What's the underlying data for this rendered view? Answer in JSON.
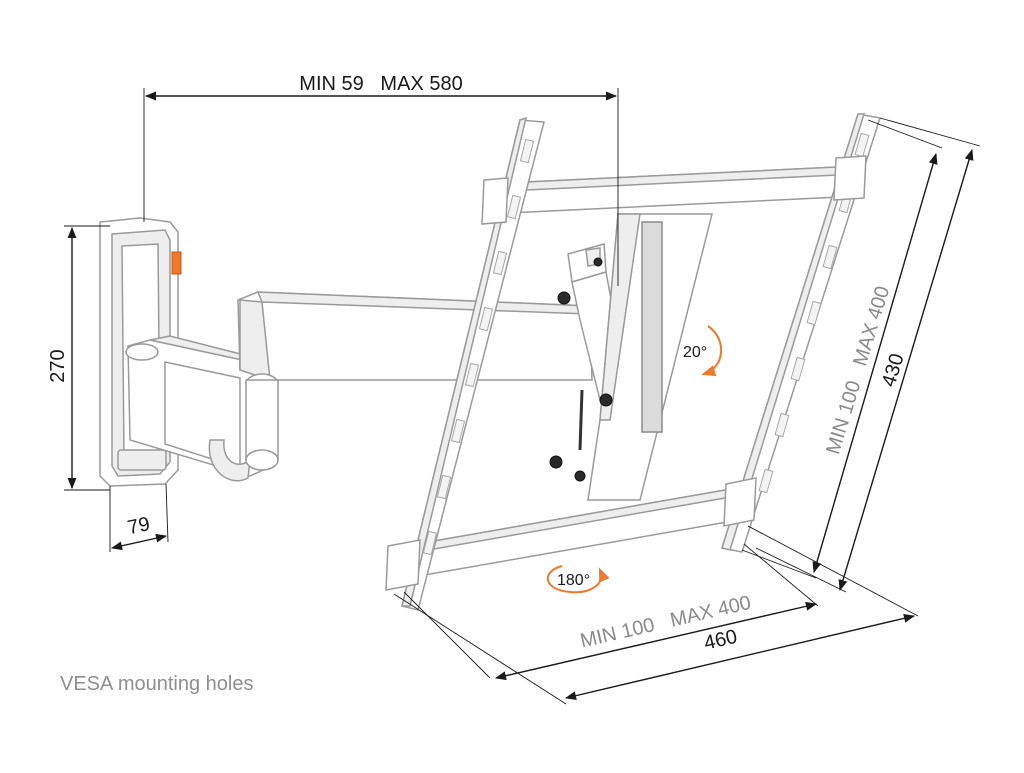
{
  "dimensions": {
    "reach": "MIN 59   MAX 580",
    "wall_plate_height": "270",
    "wall_plate_depth": "79",
    "vesa_vertical_range": "MIN 100   MAX 400",
    "vesa_vertical_size": "430",
    "vesa_horizontal_range": "MIN 100   MAX 400",
    "vesa_horizontal_size": "460"
  },
  "angles": {
    "tilt": "20°",
    "rotation": "180°"
  },
  "caption": "VESA mounting holes",
  "colors": {
    "accent_orange": "#f07a2c",
    "product_white": "#ffffff",
    "outline_gray": "#9a9a9a"
  }
}
